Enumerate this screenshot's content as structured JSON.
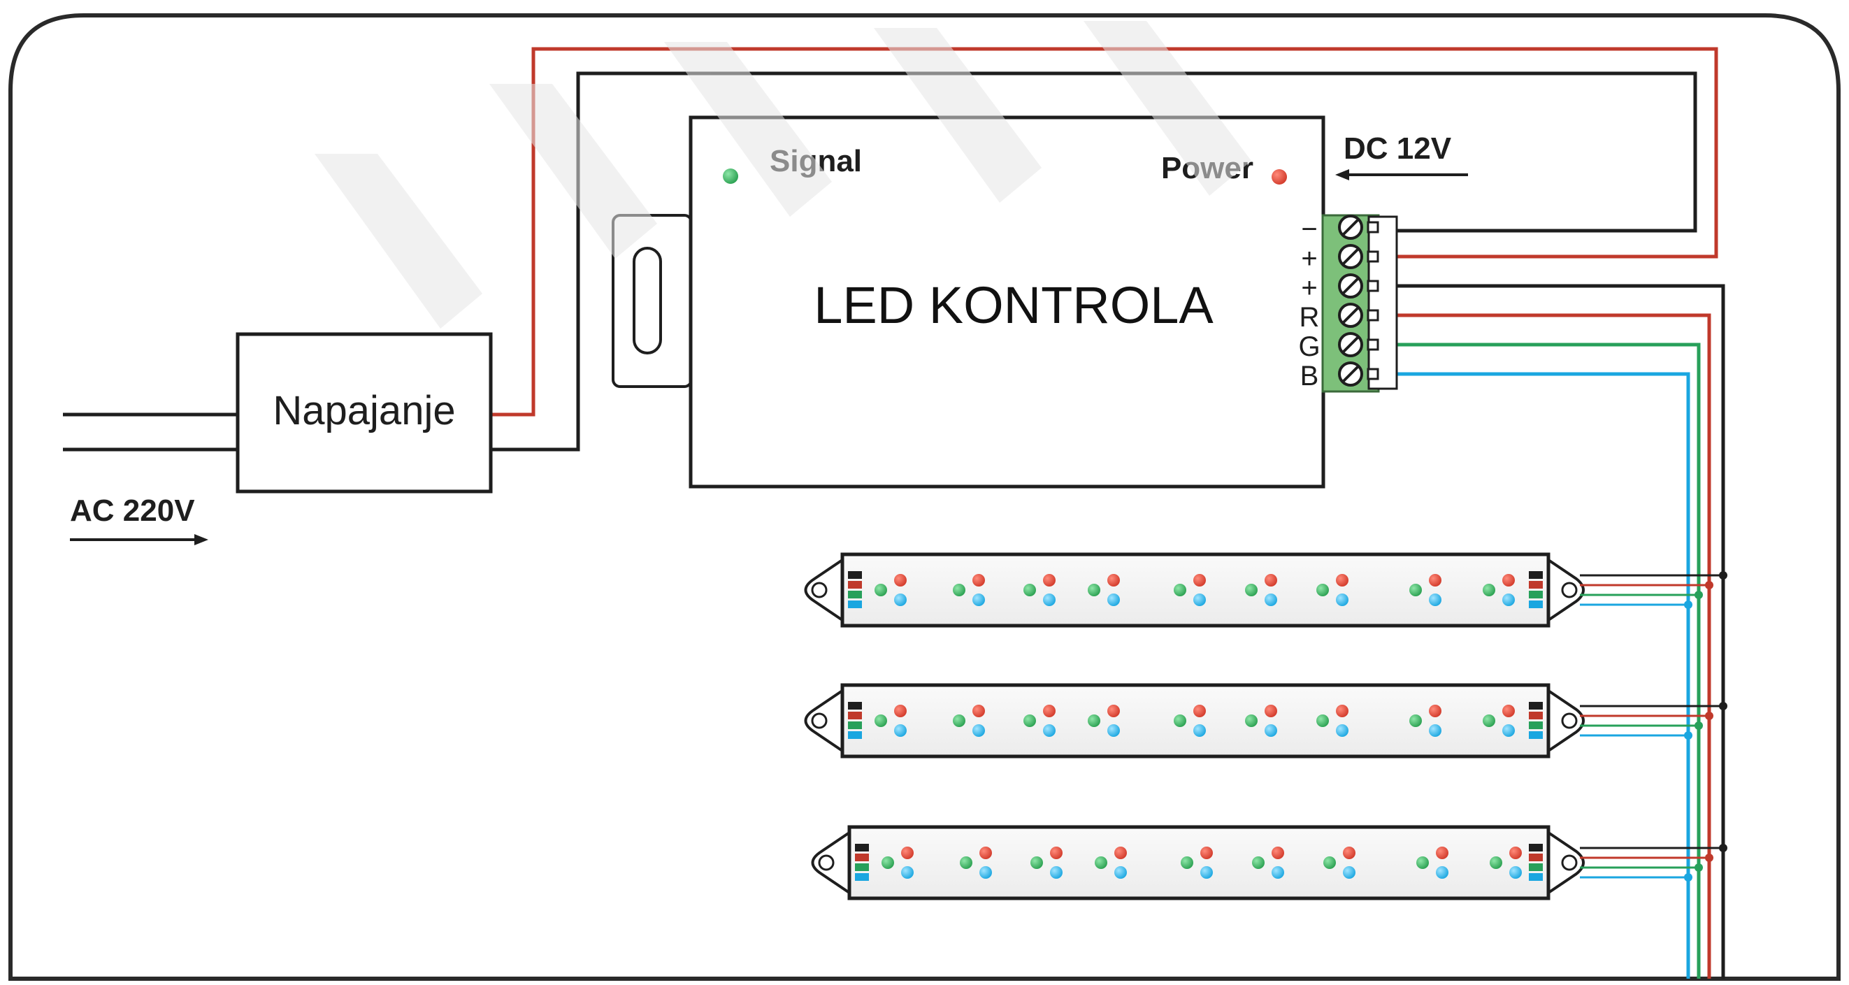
{
  "title": "LED KONTROLA",
  "labels": {
    "signal": "Signal",
    "power": "Power",
    "dc_input": "DC 12V",
    "ac_input": "AC 220V",
    "power_supply": "Napajanje"
  },
  "terminals": [
    "−",
    "+",
    "+",
    "R",
    "G",
    "B"
  ],
  "strips": [
    {
      "led_groups": 9
    },
    {
      "led_groups": 9
    },
    {
      "led_groups": 9
    }
  ],
  "colors": {
    "wire_red": "#c0392b",
    "wire_black": "#1e1e1e",
    "wire_green": "#27a05a",
    "wire_blue": "#1aa6e0",
    "signal_led": "#2aa050",
    "power_led": "#e0402f",
    "terminal_block": "#7dc07a",
    "frame": "#2a2a2a"
  }
}
